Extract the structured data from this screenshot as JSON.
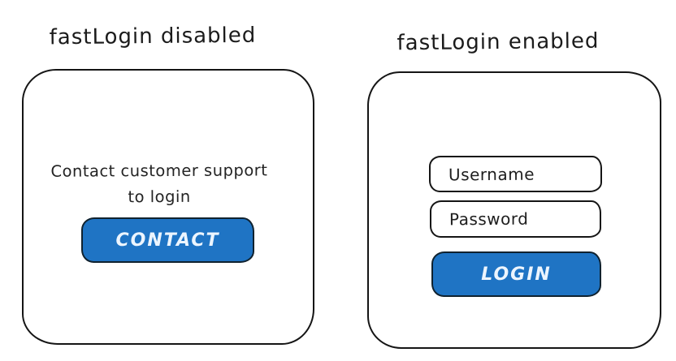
{
  "colors": {
    "background": "#ffffff",
    "stroke": "#151515",
    "button_fill": "#1f74c4",
    "button_text": "#ecf5fe"
  },
  "left_panel": {
    "title": "fastLogin disabled",
    "message_line1": "Contact customer support",
    "message_line2": "to login",
    "button_label": "CONTACT"
  },
  "right_panel": {
    "title": "fastLogin enabled",
    "username_placeholder": "Username",
    "password_placeholder": "Password",
    "button_label": "LOGIN"
  }
}
